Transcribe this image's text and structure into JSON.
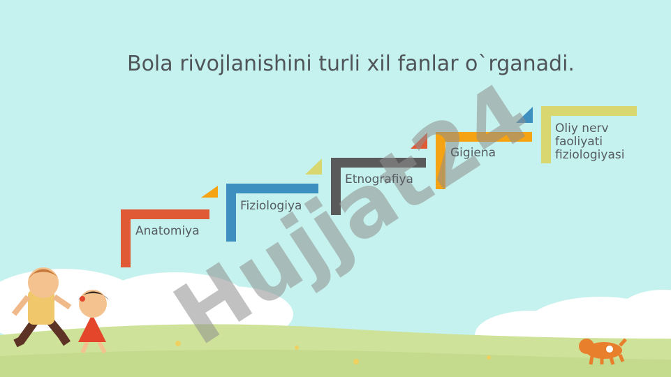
{
  "slide": {
    "title": "Bola rivojlanishini turli xil fanlar o`rganadi.",
    "watermark": "Hujjat24",
    "steps": [
      {
        "label": "Anatomiya",
        "color": "#e05a36"
      },
      {
        "label": "Fiziologiya",
        "color": "#3d8fbf"
      },
      {
        "label": "Etnografiya",
        "color": "#5a5a5a"
      },
      {
        "label": "Gigiena",
        "color": "#f5a312"
      },
      {
        "label": "Oliy nerv\nfaoliyati\nfiziologiyasi",
        "color": "#d9d870"
      }
    ],
    "colors": {
      "background": "#c5f2ee",
      "grass": "#cfe29a",
      "cloud": "#ffffff",
      "watermark": "#8f8f8f",
      "watermark_blue": "#7f92d8"
    }
  }
}
